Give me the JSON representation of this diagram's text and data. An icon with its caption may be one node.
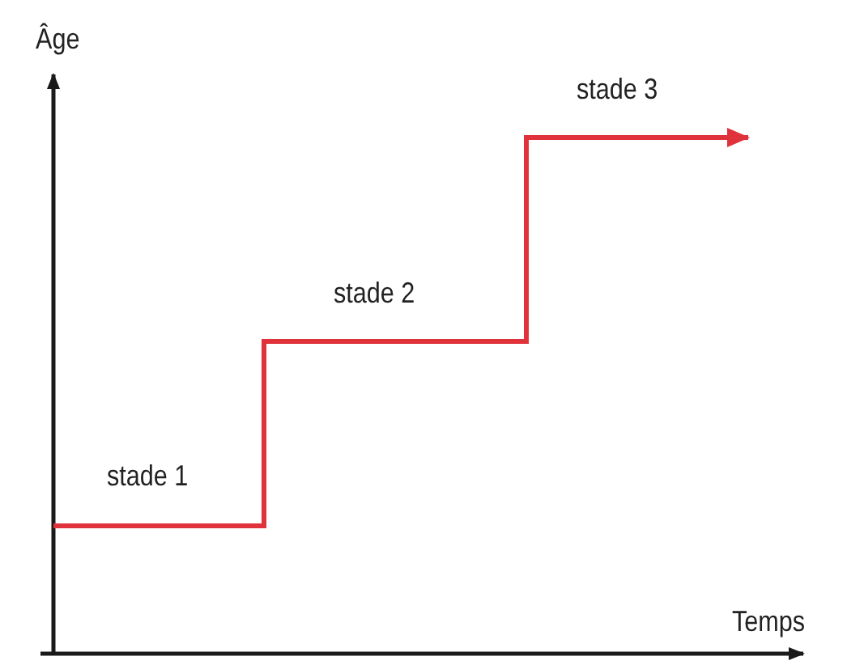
{
  "diagram": {
    "labels": [
      "Âge",
      "Temps",
      "stade 1",
      "stade 2",
      "stade 3"
    ]
  }
}
